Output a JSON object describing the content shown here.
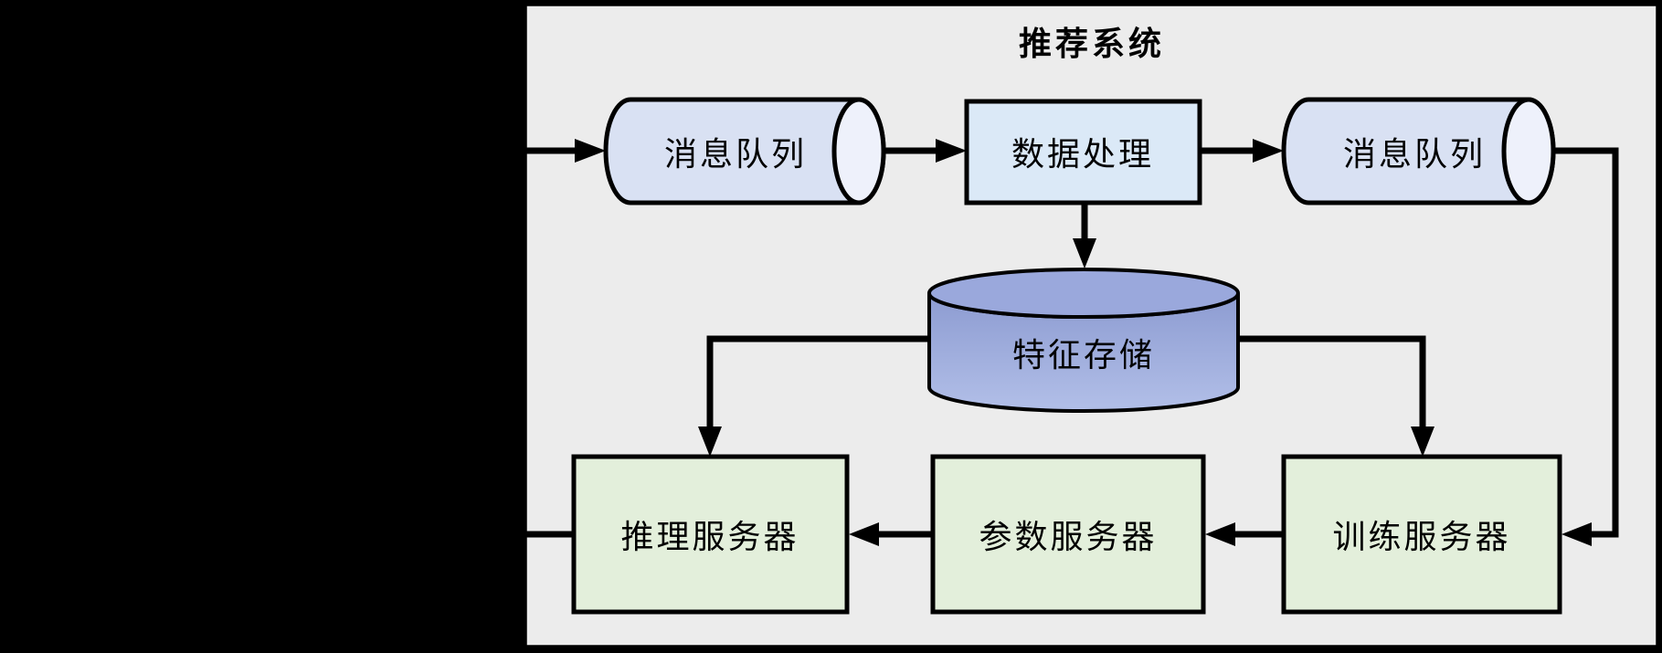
{
  "diagram": {
    "title": "推荐系统",
    "nodes": [
      {
        "id": "mq1",
        "label": "消息队列",
        "type": "queue"
      },
      {
        "id": "dp",
        "label": "数据处理",
        "type": "process"
      },
      {
        "id": "mq2",
        "label": "消息队列",
        "type": "queue"
      },
      {
        "id": "fs",
        "label": "特征存储",
        "type": "datastore"
      },
      {
        "id": "inf",
        "label": "推理服务器",
        "type": "server"
      },
      {
        "id": "ps",
        "label": "参数服务器",
        "type": "server"
      },
      {
        "id": "ts",
        "label": "训练服务器",
        "type": "server"
      }
    ],
    "edges": [
      {
        "from": "external-input",
        "to": "mq1"
      },
      {
        "from": "mq1",
        "to": "dp"
      },
      {
        "from": "dp",
        "to": "mq2"
      },
      {
        "from": "dp",
        "to": "fs"
      },
      {
        "from": "mq2",
        "to": "ts"
      },
      {
        "from": "fs",
        "to": "inf"
      },
      {
        "from": "fs",
        "to": "ts"
      },
      {
        "from": "ts",
        "to": "ps"
      },
      {
        "from": "ps",
        "to": "inf"
      },
      {
        "from": "inf",
        "to": "external-output"
      }
    ],
    "colors": {
      "background": "#000000",
      "system_box_fill": "#ececec",
      "outline": "#000000",
      "queue_fill": "#d9e1f3",
      "queue_cap_fill": "#eef1fb",
      "process_fill": "#dbe9f7",
      "server_fill": "#e3efdb",
      "datastore_top": "#8c9bd1",
      "datastore_bottom": "#b2bfe8",
      "datastore_lid": "#9aa8dc"
    }
  }
}
